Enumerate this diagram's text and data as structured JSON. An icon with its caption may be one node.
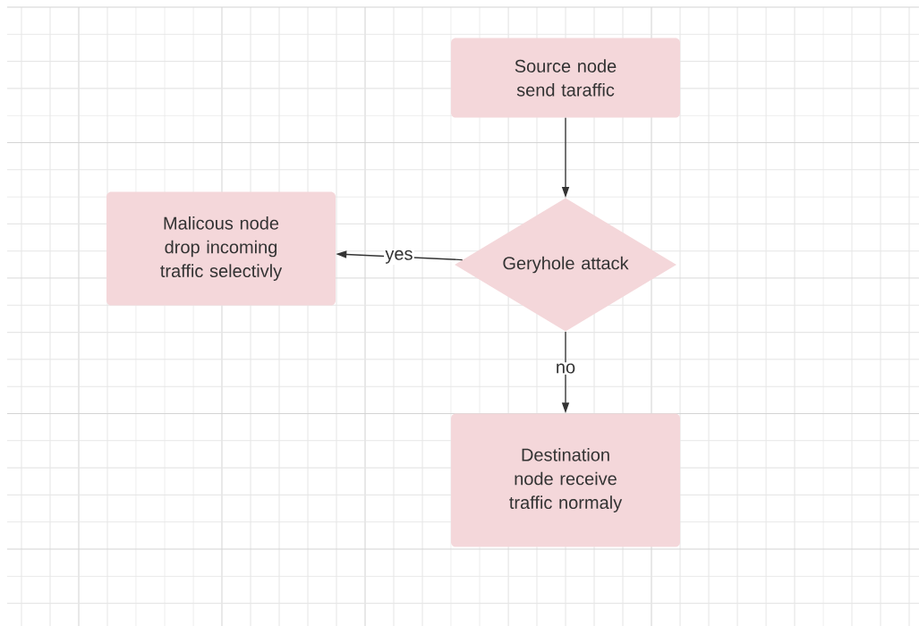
{
  "diagram": {
    "nodes": [
      {
        "text": [
          "Source node send taraffic"
        ]
      },
      {
        "text": [
          "Geryhole attack"
        ]
      },
      {
        "text": [
          "Malicous node drop incoming traffic selectivly"
        ]
      },
      {
        "text": [
          "Destination node receive traffic normaly"
        ]
      }
    ],
    "edges": [
      {
        "from": 0,
        "to": 1,
        "arrow": "to"
      },
      {
        "from": 1,
        "to": 2,
        "arrow": "to",
        "label": "yes"
      },
      {
        "from": 1,
        "to": 3,
        "arrow": "to",
        "label": "no"
      }
    ]
  }
}
